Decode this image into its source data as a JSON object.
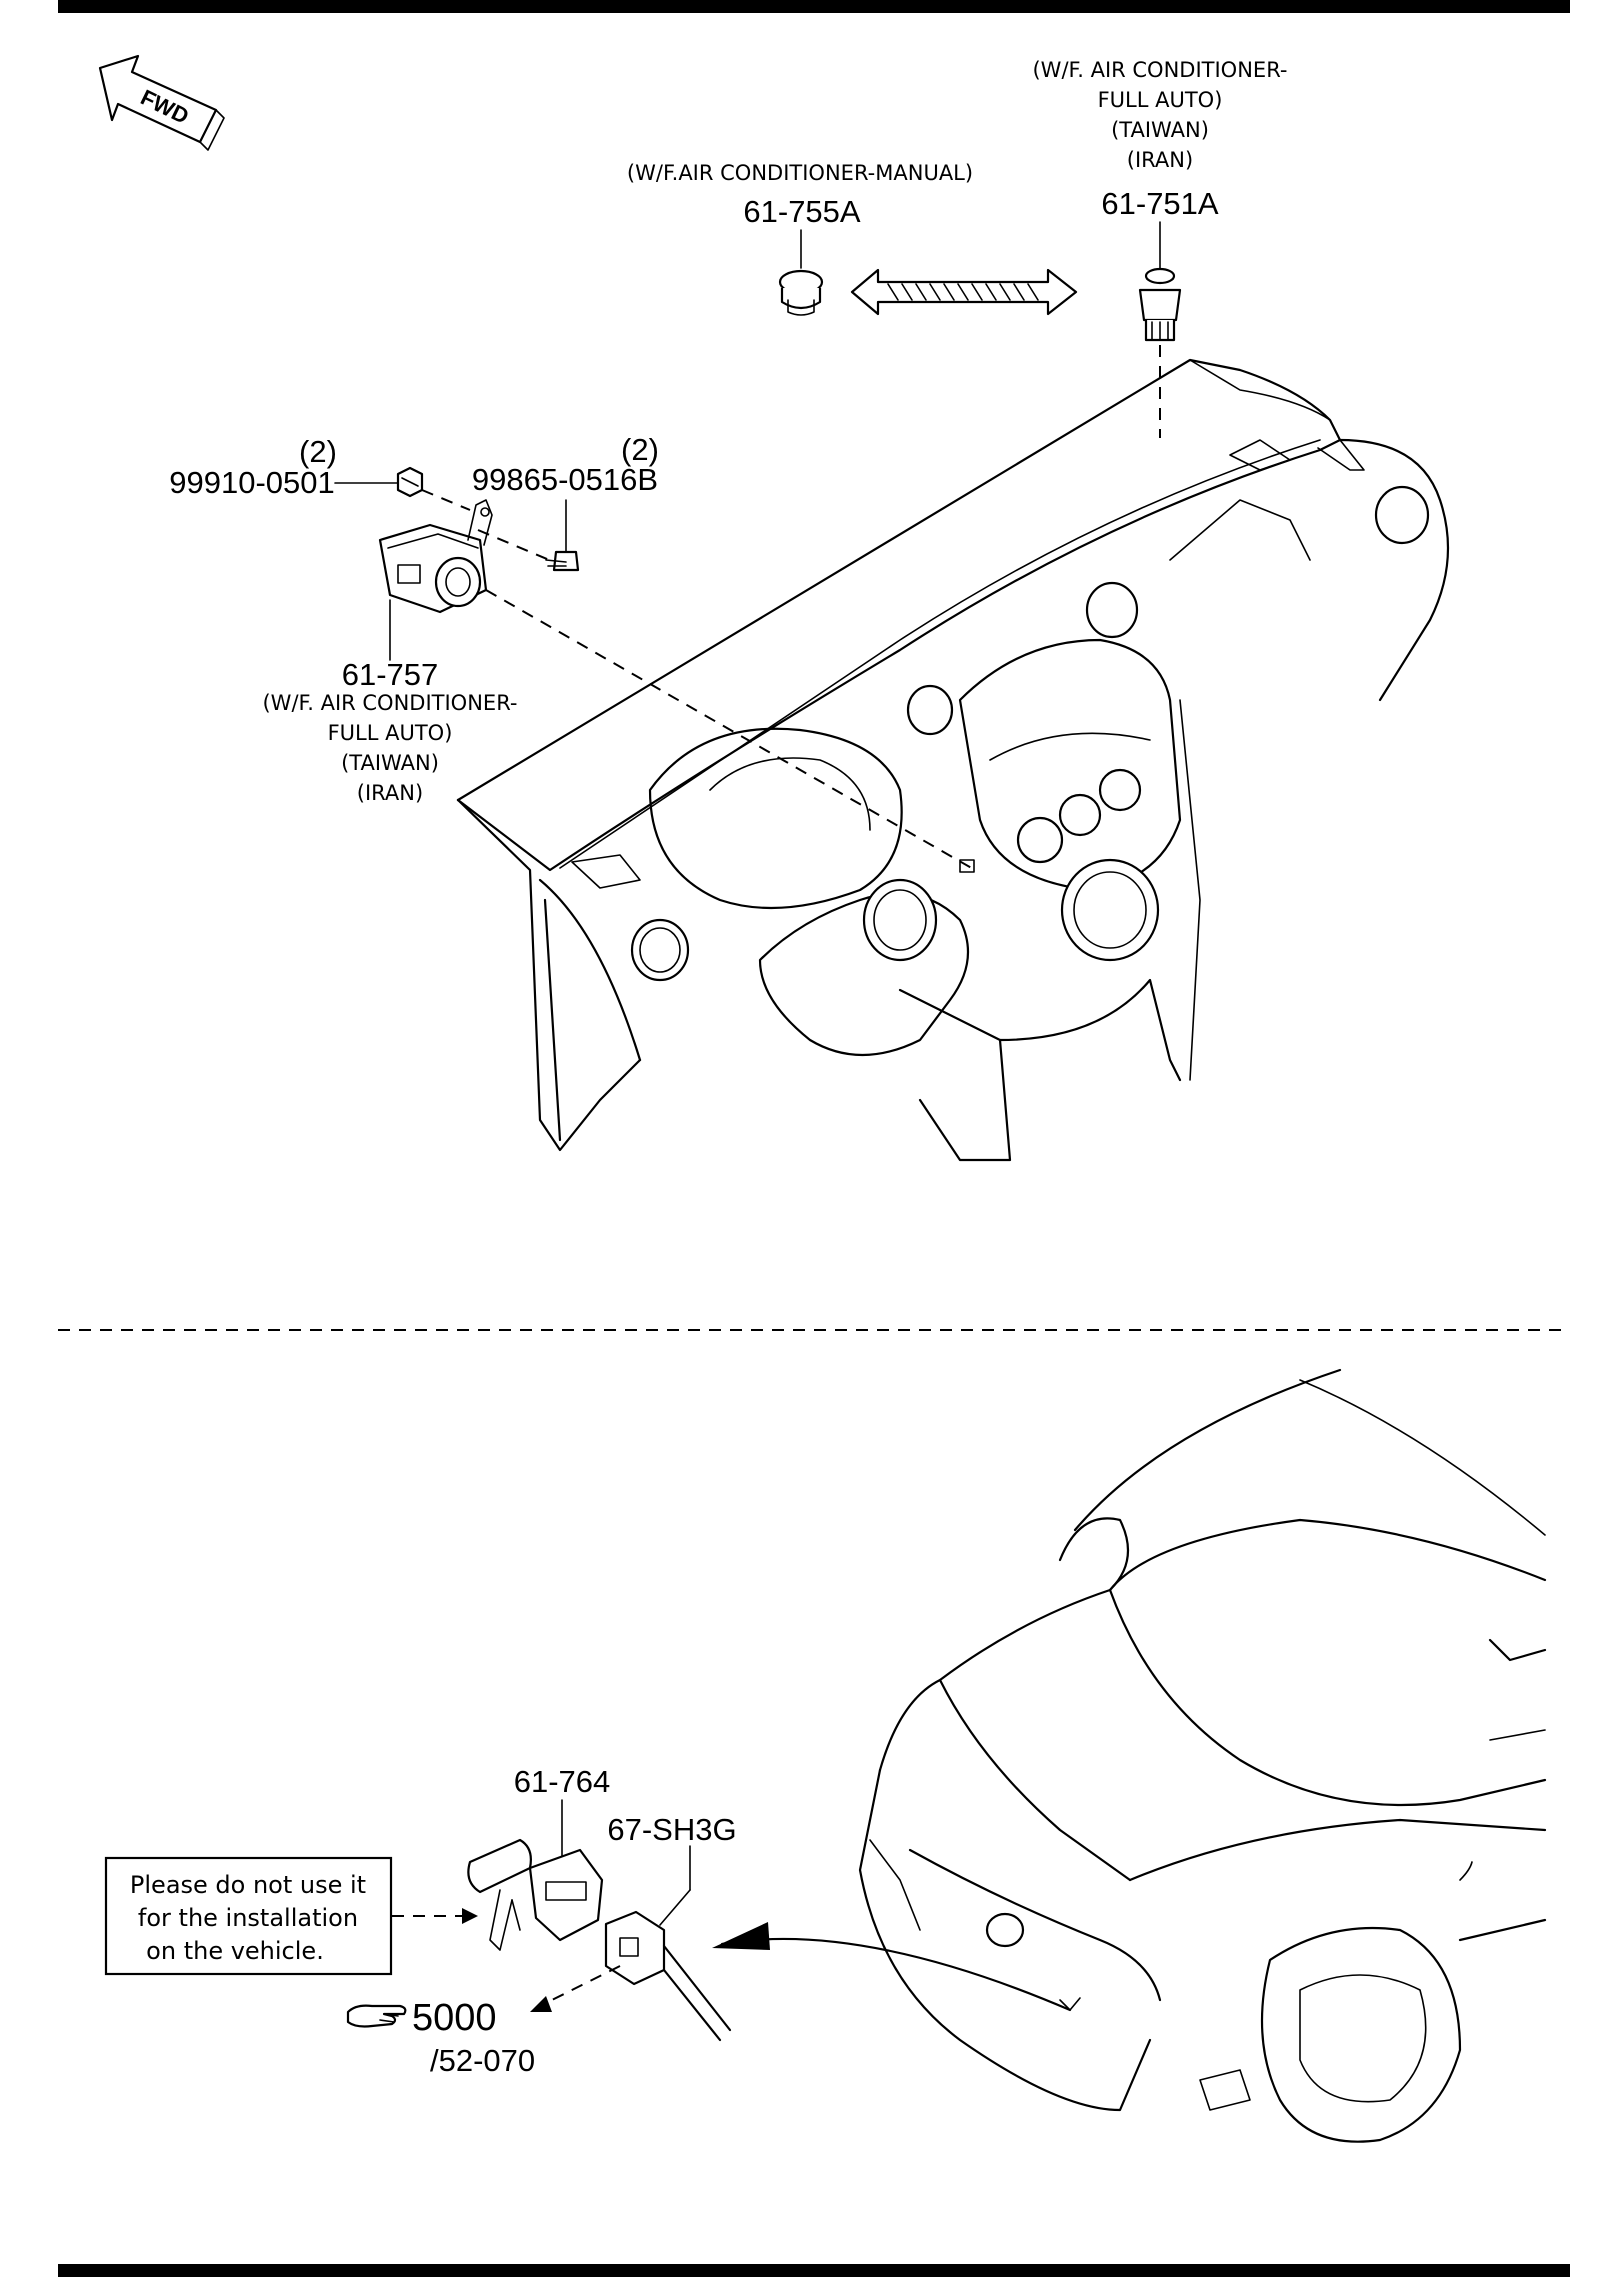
{
  "fwd_label": "FWD",
  "upper": {
    "label_61_751A": {
      "note": [
        "(W/F. AIR CONDITIONER-",
        "FULL AUTO)",
        "(TAIWAN)",
        "(IRAN)"
      ],
      "number": "61-751A"
    },
    "label_61_755A": {
      "note": "(W/F.AIR CONDITIONER-MANUAL)",
      "number": "61-755A"
    },
    "label_99910": {
      "qty": "(2)",
      "number": "99910-0501"
    },
    "label_99865": {
      "qty": "(2)",
      "number": "99865-0516B"
    },
    "label_61_757": {
      "number": "61-757",
      "note": [
        "(W/F. AIR CONDITIONER-",
        "FULL AUTO)",
        "(TAIWAN)",
        "(IRAN)"
      ]
    }
  },
  "lower": {
    "label_61_764": "61-764",
    "label_67_SH3G": "67-SH3G",
    "note_box": [
      "Please do not use it",
      "for the installation",
      "on the vehicle."
    ],
    "ref": {
      "number": "5000",
      "sub": "/52-070"
    }
  }
}
